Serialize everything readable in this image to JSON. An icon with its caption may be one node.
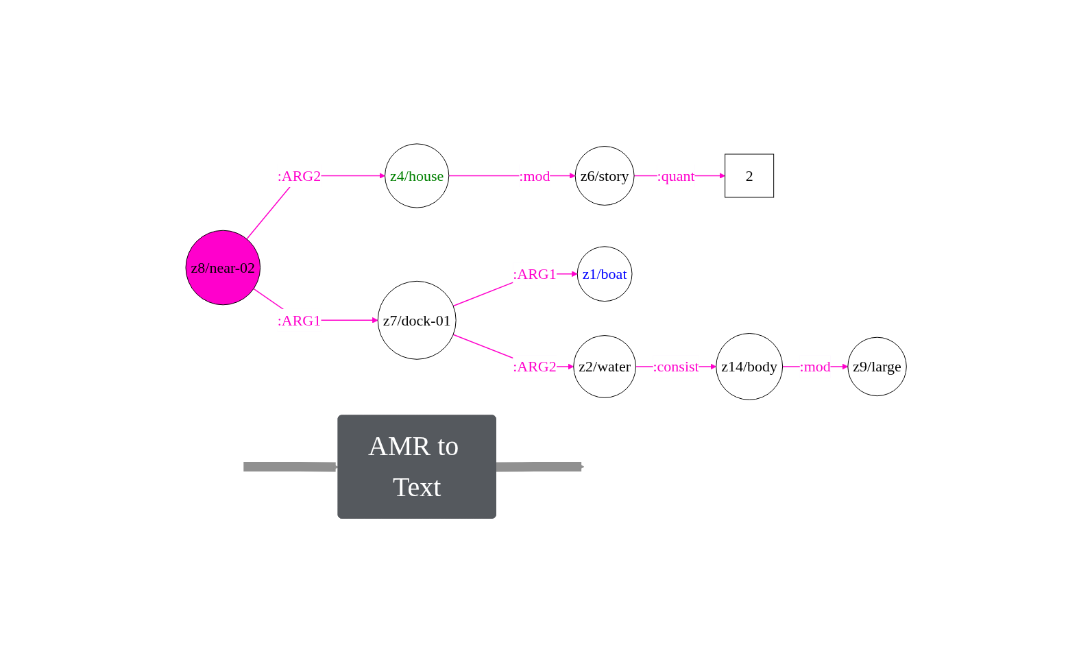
{
  "diagram": {
    "nodes": [
      {
        "text": [
          "z8/near-02"
        ]
      },
      {
        "text": [
          "z4/house"
        ]
      },
      {
        "text": [
          "z6/story"
        ]
      },
      {
        "text": [
          "2"
        ]
      },
      {
        "text": [
          "z7/dock-01"
        ]
      },
      {
        "text": [
          "z1/boat"
        ]
      },
      {
        "text": [
          "z2/water"
        ]
      },
      {
        "text": [
          "z14/body"
        ]
      },
      {
        "text": [
          "z9/large"
        ]
      },
      {
        "text": [
          "AMR to Text"
        ]
      }
    ],
    "edges": [
      {
        "from": 0,
        "to": 1,
        "label": ":ARG2",
        "arrow": "to"
      },
      {
        "from": 1,
        "to": 2,
        "label": ":mod",
        "arrow": "to"
      },
      {
        "from": 2,
        "to": 3,
        "label": ":quant",
        "arrow": "to"
      },
      {
        "from": 0,
        "to": 4,
        "label": ":ARG1",
        "arrow": "to"
      },
      {
        "from": 4,
        "to": 5,
        "label": ":ARG1",
        "arrow": "to"
      },
      {
        "from": 4,
        "to": 6,
        "label": ":ARG2",
        "arrow": "to"
      },
      {
        "from": 6,
        "to": 7,
        "label": ":consist",
        "arrow": "to"
      },
      {
        "from": 7,
        "to": 8,
        "label": ":mod",
        "arrow": "to"
      },
      {
        "from": null,
        "to": 9,
        "arrow": "to",
        "style": "thick",
        "color": "#909090"
      },
      {
        "from": 9,
        "to": null,
        "arrow": "to",
        "style": "thick",
        "color": "#909090"
      }
    ]
  }
}
